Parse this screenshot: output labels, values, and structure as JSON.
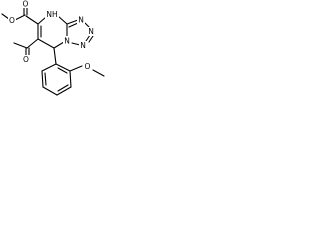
{
  "molecule": {
    "atom_labels": {
      "ester_methyl": "O",
      "ester_carbonyl_oxygen": "O",
      "ring_nh": "NH",
      "tetrazole_n1": "N",
      "tetrazole_n2": "N",
      "tetrazole_n3": "N",
      "tetrazole_n4": "N",
      "ketone_oxygen": "O",
      "methoxy_oxygen": "O"
    },
    "colors": {
      "bond": "#000000",
      "label": "#000000",
      "background": "#ffffff"
    }
  }
}
